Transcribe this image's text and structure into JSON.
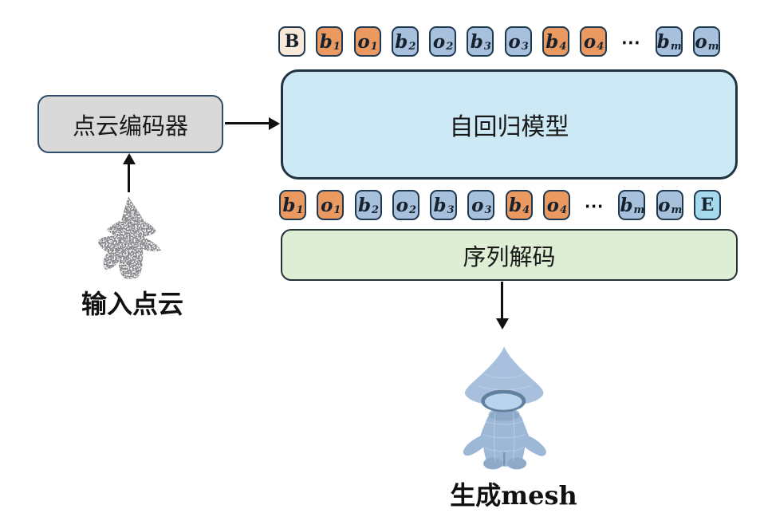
{
  "diagram": {
    "encoder_label": "点云编码器",
    "model_label": "自回归模型",
    "decoder_label": "序列解码",
    "input_caption": "输入点云",
    "output_caption": "生成mesh"
  },
  "tokens_top": [
    {
      "base": "B",
      "sub": "",
      "variant": "start"
    },
    {
      "base": "b",
      "sub": "1",
      "variant": "orange"
    },
    {
      "base": "o",
      "sub": "1",
      "variant": "orange"
    },
    {
      "base": "b",
      "sub": "2",
      "variant": "blue"
    },
    {
      "base": "o",
      "sub": "2",
      "variant": "blue"
    },
    {
      "base": "b",
      "sub": "3",
      "variant": "blue"
    },
    {
      "base": "o",
      "sub": "3",
      "variant": "blue"
    },
    {
      "base": "b",
      "sub": "4",
      "variant": "orange"
    },
    {
      "base": "o",
      "sub": "4",
      "variant": "orange"
    },
    {
      "base": "⋯",
      "sub": "",
      "variant": "dots"
    },
    {
      "base": "b",
      "sub": "m",
      "variant": "blue"
    },
    {
      "base": "o",
      "sub": "m",
      "variant": "blue"
    }
  ],
  "tokens_bottom": [
    {
      "base": "b",
      "sub": "1",
      "variant": "orange"
    },
    {
      "base": "o",
      "sub": "1",
      "variant": "orange"
    },
    {
      "base": "b",
      "sub": "2",
      "variant": "blue"
    },
    {
      "base": "o",
      "sub": "2",
      "variant": "blue"
    },
    {
      "base": "b",
      "sub": "3",
      "variant": "blue"
    },
    {
      "base": "o",
      "sub": "3",
      "variant": "blue"
    },
    {
      "base": "b",
      "sub": "4",
      "variant": "orange"
    },
    {
      "base": "o",
      "sub": "4",
      "variant": "orange"
    },
    {
      "base": "⋯",
      "sub": "",
      "variant": "dots"
    },
    {
      "base": "b",
      "sub": "m",
      "variant": "blue"
    },
    {
      "base": "o",
      "sub": "m",
      "variant": "blue"
    },
    {
      "base": "E",
      "sub": "",
      "variant": "end"
    }
  ],
  "colors": {
    "token_orange": "#ea9a60",
    "token_blue": "#a7c1dd",
    "token_start_cream": "#f7e8d9",
    "token_end_cyan": "#a6d9ec",
    "token_border": "#1d3850",
    "model_fill": "#cde9f6",
    "decoder_fill": "#ddeed4",
    "encoder_fill": "#d9d9d9",
    "mesh_blue": "#9db7d6",
    "arrow_black": "#111111"
  }
}
